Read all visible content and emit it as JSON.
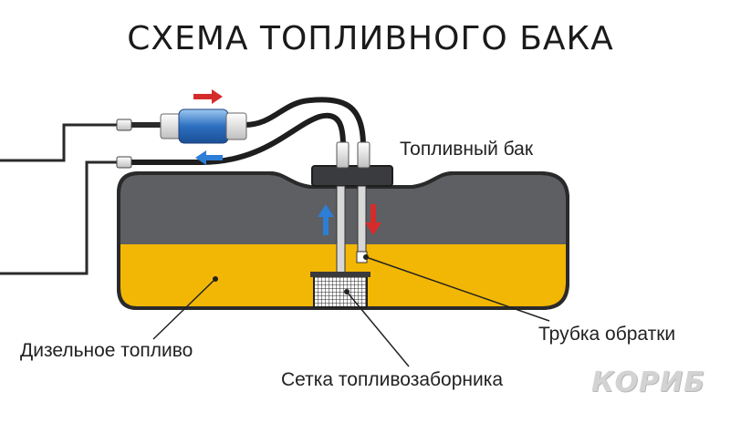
{
  "title": "СХЕМА ТОПЛИВНОГО БАКА",
  "labels": {
    "tank": "Топливный бак",
    "return_tube": "Трубка обратки",
    "diesel": "Дизельное топливо",
    "intake_filter": "Сетка топливозаборника"
  },
  "logo_text": "КОРИБ",
  "colors": {
    "tank_top": "#5d5f63",
    "fuel": "#f2b705",
    "outline": "#2a2a2a",
    "flow_out": "#d62b2b",
    "flow_in": "#2c7ed6"
  }
}
